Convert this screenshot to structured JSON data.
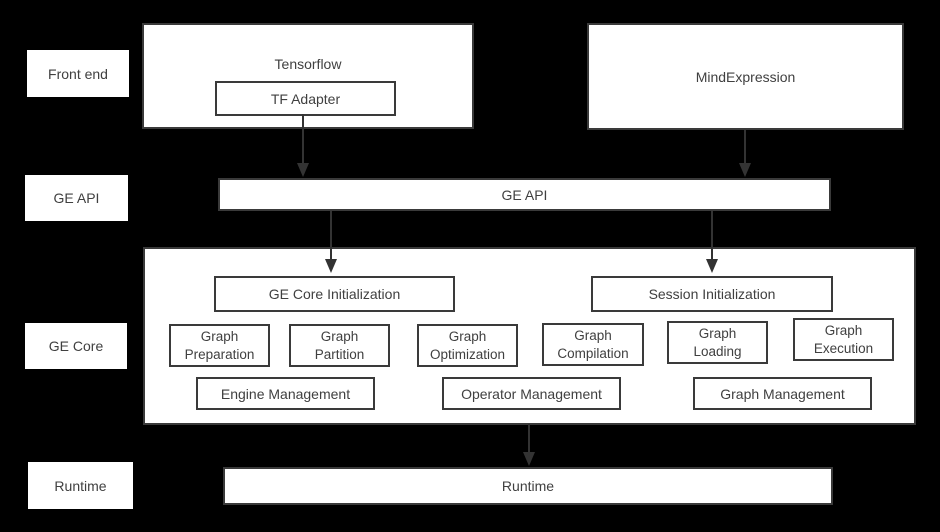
{
  "colors": {
    "background": "#000000",
    "box_fill": "#ffffff",
    "border": "#3a3a3a",
    "text": "#404040",
    "arrow": "#333333"
  },
  "side_labels": [
    {
      "label": "Front end"
    },
    {
      "label": "GE API"
    },
    {
      "label": "GE Core"
    },
    {
      "label": "Runtime"
    }
  ],
  "front_end": {
    "tensorflow_label": "Tensorflow",
    "tf_adapter_label": "TF Adapter",
    "mind_expression_label": "MindExpression"
  },
  "ge_api_bar_label": "GE API",
  "ge_core": {
    "ge_core_init_label": "GE Core Initialization",
    "session_init_label": "Session Initialization",
    "stages": [
      {
        "line1": "Graph",
        "line2": "Preparation"
      },
      {
        "line1": "Graph",
        "line2": "Partition"
      },
      {
        "line1": "Graph",
        "line2": "Optimization"
      },
      {
        "line1": "Graph",
        "line2": "Compilation"
      },
      {
        "line1": "Graph",
        "line2": "Loading"
      },
      {
        "line1": "Graph",
        "line2": "Execution"
      }
    ],
    "management": [
      {
        "label": "Engine Management"
      },
      {
        "label": "Operator Management"
      },
      {
        "label": "Graph Management"
      }
    ]
  },
  "runtime_bar_label": "Runtime"
}
